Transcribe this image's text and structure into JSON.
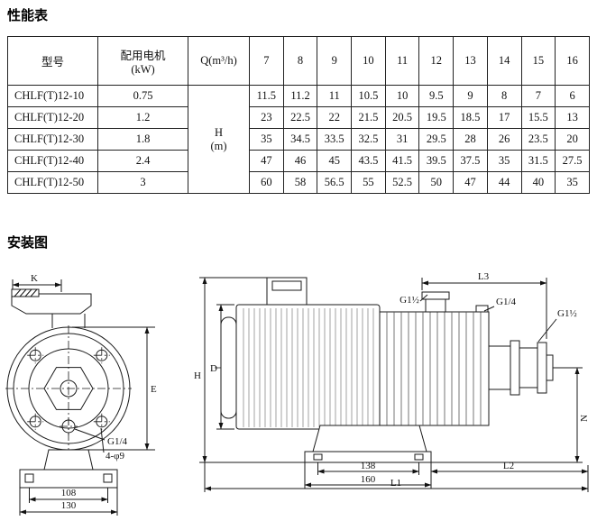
{
  "page": {
    "performance_heading": "性能表",
    "installation_heading": "安装图"
  },
  "table": {
    "model_header": "型号",
    "motor_header_line1": "配用电机",
    "motor_header_line2": "(kW)",
    "q_header": "Q(m³/h)",
    "h_label": "H",
    "h_unit": "(m)",
    "flow_values": [
      "7",
      "8",
      "9",
      "10",
      "11",
      "12",
      "13",
      "14",
      "15",
      "16"
    ],
    "rows": [
      {
        "model": "CHLF(T)12-10",
        "power": "0.75",
        "heads": [
          "11.5",
          "11.2",
          "11",
          "10.5",
          "10",
          "9.5",
          "9",
          "8",
          "7",
          "6"
        ]
      },
      {
        "model": "CHLF(T)12-20",
        "power": "1.2",
        "heads": [
          "23",
          "22.5",
          "22",
          "21.5",
          "20.5",
          "19.5",
          "18.5",
          "17",
          "15.5",
          "13"
        ]
      },
      {
        "model": "CHLF(T)12-30",
        "power": "1.8",
        "heads": [
          "35",
          "34.5",
          "33.5",
          "32.5",
          "31",
          "29.5",
          "28",
          "26",
          "23.5",
          "20"
        ]
      },
      {
        "model": "CHLF(T)12-40",
        "power": "2.4",
        "heads": [
          "47",
          "46",
          "45",
          "43.5",
          "41.5",
          "39.5",
          "37.5",
          "35",
          "31.5",
          "27.5"
        ]
      },
      {
        "model": "CHLF(T)12-50",
        "power": "3",
        "heads": [
          "60",
          "58",
          "56.5",
          "55",
          "52.5",
          "50",
          "47",
          "44",
          "40",
          "35"
        ]
      }
    ]
  },
  "front_view": {
    "dim_k": "K",
    "dim_e": "E",
    "port_label": "G1/4",
    "holes_label": "4-φ9",
    "dim_108": "108",
    "dim_130": "130"
  },
  "side_view": {
    "dim_h": "H",
    "dim_d": "D",
    "dim_l3": "L3",
    "port_g14": "G1/4",
    "inlet_g1half": "G1½",
    "outlet_g1half": "G1½",
    "dim_n": "N",
    "dim_138": "138",
    "dim_160": "160",
    "dim_l2": "L2",
    "dim_l1": "L1"
  }
}
